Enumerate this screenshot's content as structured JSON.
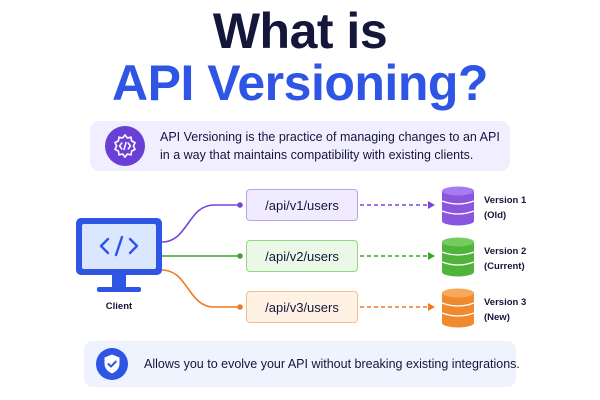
{
  "title": {
    "line1": "What is",
    "line2": "API Versioning?"
  },
  "definition": {
    "icon": "code-gear-icon",
    "text": "API Versioning is the practice of managing changes to an API in a way that maintains compatibility with existing clients."
  },
  "client": {
    "icon": "monitor-code-icon",
    "label": "Client"
  },
  "endpoints": [
    {
      "path": "/api/v1/users",
      "version": "Version 1",
      "status": "(Old)",
      "color": "#7b44d8"
    },
    {
      "path": "/api/v2/users",
      "version": "Version 2",
      "status": "(Current)",
      "color": "#3ea52e"
    },
    {
      "path": "/api/v3/users",
      "version": "Version 3",
      "status": "(New)",
      "color": "#ee7a22"
    }
  ],
  "benefit": {
    "icon": "shield-check-icon",
    "text": "Allows you to evolve your API without breaking existing integrations."
  },
  "colors": {
    "title_dark": "#14163a",
    "title_accent": "#2f55e4",
    "definition_bg": "#f1efff",
    "benefit_bg": "#eef3fe"
  }
}
